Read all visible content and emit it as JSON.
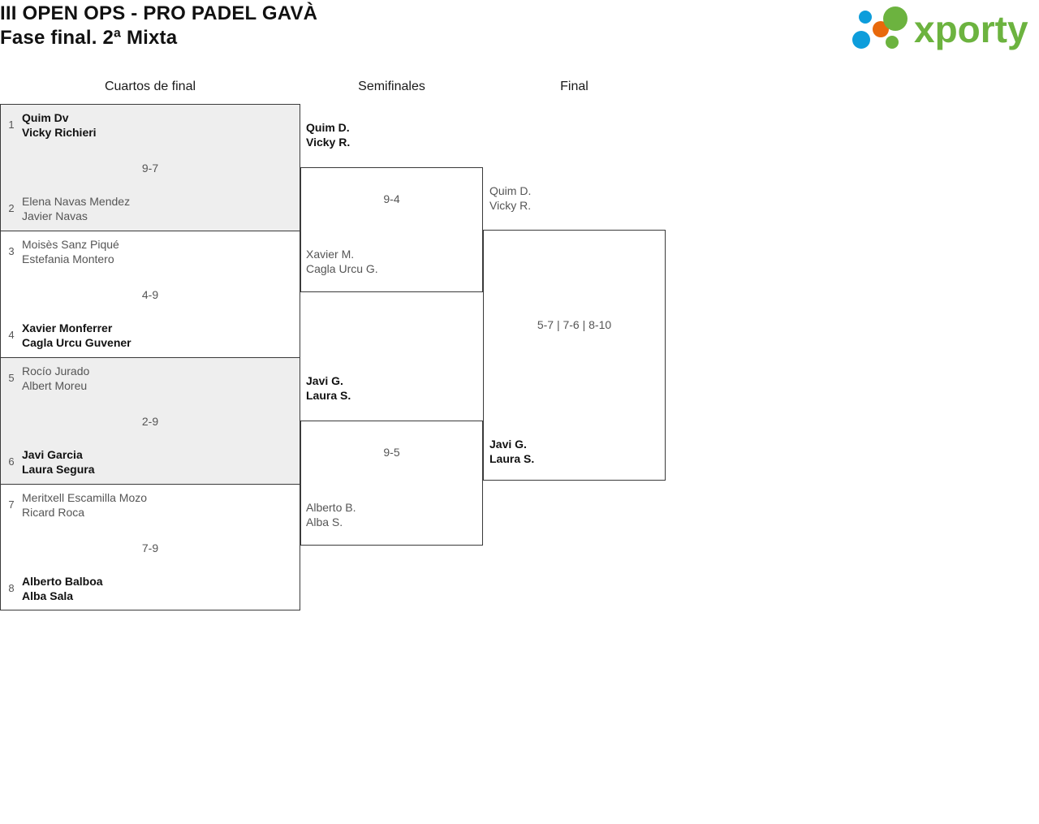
{
  "header": {
    "title_line1": "III OPEN OPS - PRO PADEL GAVÀ",
    "title_line2": "Fase final. 2ª Mixta",
    "logo_text": "xporty",
    "logo_colors": {
      "green": "#6cb33f",
      "orange": "#e8690b",
      "blue": "#0d9ddb"
    }
  },
  "rounds": [
    {
      "label": "Cuartos de final"
    },
    {
      "label": "Semifinales"
    },
    {
      "label": "Final"
    }
  ],
  "quarterfinals": [
    {
      "score": "9-7",
      "shaded": true,
      "top": {
        "seed": "1",
        "player1": "Quim Dv",
        "player2": "Vicky Richieri",
        "winner": true
      },
      "bottom": {
        "seed": "2",
        "player1": "Elena Navas Mendez",
        "player2": "Javier Navas",
        "winner": false
      }
    },
    {
      "score": "4-9",
      "shaded": false,
      "top": {
        "seed": "3",
        "player1": "Moisès Sanz Piqué",
        "player2": "Estefania Montero",
        "winner": false
      },
      "bottom": {
        "seed": "4",
        "player1": "Xavier Monferrer",
        "player2": "Cagla Urcu Guvener",
        "winner": true
      }
    },
    {
      "score": "2-9",
      "shaded": true,
      "top": {
        "seed": "5",
        "player1": "Rocío Jurado",
        "player2": "Albert Moreu",
        "winner": false
      },
      "bottom": {
        "seed": "6",
        "player1": "Javi Garcia",
        "player2": "Laura Segura",
        "winner": true
      }
    },
    {
      "score": "7-9",
      "shaded": false,
      "top": {
        "seed": "7",
        "player1": "Meritxell Escamilla Mozo",
        "player2": "Ricard Roca",
        "winner": false
      },
      "bottom": {
        "seed": "8",
        "player1": "Alberto Balboa",
        "player2": "Alba Sala",
        "winner": true
      }
    }
  ],
  "semifinals": [
    {
      "score": "9-4",
      "top": {
        "player1": "Quim D.",
        "player2": "Vicky R.",
        "winner": true
      },
      "bottom": {
        "player1": "Xavier M.",
        "player2": "Cagla Urcu G.",
        "winner": false
      }
    },
    {
      "score": "9-5",
      "top": {
        "player1": "Javi G.",
        "player2": "Laura S.",
        "winner": true
      },
      "bottom": {
        "player1": "Alberto B.",
        "player2": "Alba S.",
        "winner": false
      }
    }
  ],
  "final": {
    "score": "5-7 | 7-6 | 8-10",
    "top": {
      "player1": "Quim D.",
      "player2": "Vicky R.",
      "winner": false
    },
    "bottom": {
      "player1": "Javi G.",
      "player2": "Laura S.",
      "winner": true
    }
  }
}
